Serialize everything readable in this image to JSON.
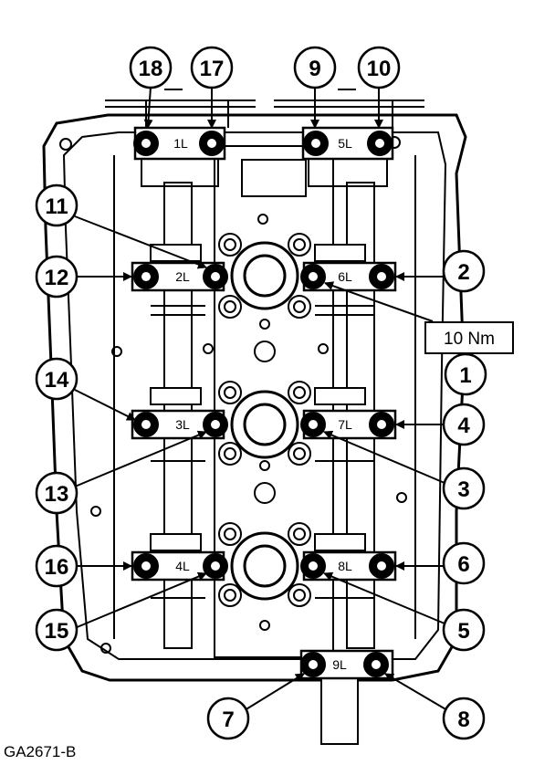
{
  "figure_id": "GA2671-B",
  "torque_spec": "10 Nm",
  "bearing_caps": [
    "1L",
    "2L",
    "3L",
    "4L",
    "5L",
    "6L",
    "7L",
    "8L",
    "9L"
  ],
  "sequence_numbers": [
    "1",
    "2",
    "3",
    "4",
    "5",
    "6",
    "7",
    "8",
    "9",
    "10",
    "11",
    "12",
    "13",
    "14",
    "15",
    "16",
    "17",
    "18"
  ],
  "colors": {
    "ink": "#000000",
    "paper": "#ffffff"
  }
}
